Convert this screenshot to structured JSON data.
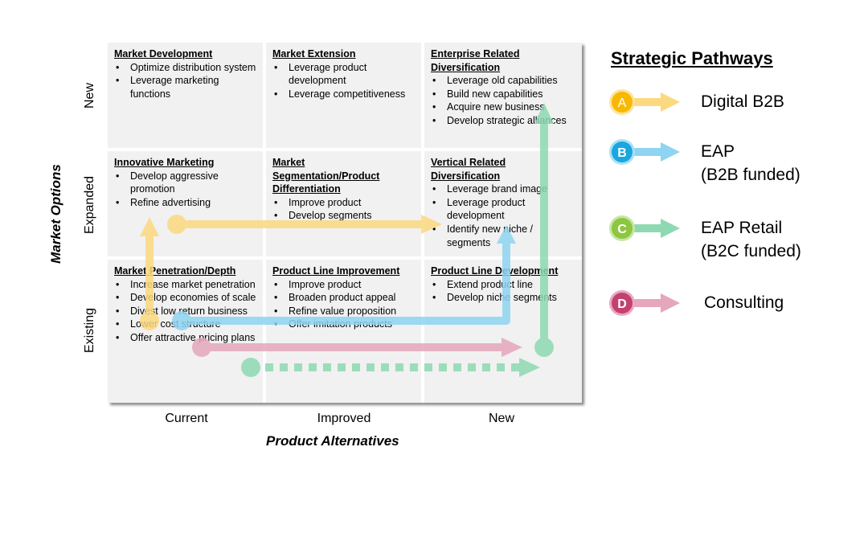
{
  "matrix": {
    "y_axis_title": "Market Options",
    "x_axis_title": "Product Alternatives",
    "rows": [
      "New",
      "Expanded",
      "Existing"
    ],
    "columns": [
      "Current",
      "Improved",
      "New"
    ],
    "cells": {
      "new_current": {
        "title": "Market Development",
        "items": [
          "Optimize distribution system",
          "Leverage marketing functions"
        ]
      },
      "new_improved": {
        "title": "Market Extension",
        "items": [
          "Leverage product development",
          "Leverage competitiveness"
        ]
      },
      "new_new": {
        "title": "Enterprise Related Diversification",
        "items": [
          "Leverage old capabilities",
          "Build new capabilities",
          "Acquire new business",
          "Develop strategic alliances"
        ]
      },
      "expanded_current": {
        "title": "Innovative Marketing",
        "items": [
          "Develop aggressive promotion",
          "Refine advertising"
        ]
      },
      "expanded_improved": {
        "title": "Market Segmentation/Product Differentiation",
        "items": [
          "Improve product",
          "Develop segments"
        ]
      },
      "expanded_new": {
        "title": "Vertical Related Diversification",
        "items": [
          "Leverage brand image",
          "Leverage product development",
          "Identify new niche / segments"
        ]
      },
      "existing_current": {
        "title": "Market Penetration/Depth",
        "items": [
          "Increase market penetration",
          "Develop economies of scale",
          "Divest low return business",
          "Lower cost structure",
          "Offer attractive pricing plans"
        ]
      },
      "existing_improved": {
        "title": "Product Line Improvement",
        "items": [
          "Improve product",
          "Broaden product appeal",
          "Refine value proposition",
          "Offer imitation products"
        ]
      },
      "existing_new": {
        "title": "Product Line Development",
        "items": [
          "Extend product line",
          "Develop niche segments"
        ]
      }
    }
  },
  "legend": {
    "title": "Strategic Pathways",
    "items": [
      {
        "letter": "A",
        "label_lines": [
          "Digital B2B"
        ],
        "circle_color": "#f9b800",
        "arrow_color": "#fcd980"
      },
      {
        "letter": "B",
        "label_lines": [
          "EAP",
          "(B2B funded)"
        ],
        "circle_color": "#1aa6e0",
        "arrow_color": "#8fd4f2"
      },
      {
        "letter": "C",
        "label_lines": [
          "EAP Retail",
          "(B2C funded)"
        ],
        "circle_color": "#8dc63f",
        "arrow_color": "#8fd9b2"
      },
      {
        "letter": "D",
        "label_lines": [
          "Consulting"
        ],
        "circle_color": "#c4416f",
        "arrow_color": "#e6a6bd"
      }
    ]
  },
  "pathways": [
    {
      "id": "A",
      "name": "Digital B2B",
      "color": "#fcd980",
      "style": "solid",
      "path": "Existing/Current → Expanded/Current, then Expanded/Current → Expanded/New"
    },
    {
      "id": "B",
      "name": "EAP (B2B funded)",
      "color": "#8fd4f2",
      "style": "solid",
      "path": "Existing/Current → Existing/New → Expanded/New"
    },
    {
      "id": "C",
      "name": "EAP Retail (B2C funded)",
      "color": "#8fd9b2",
      "style": "dotted",
      "path": "Existing/Current → Existing/New (dotted), then Existing/New → New/New"
    },
    {
      "id": "D",
      "name": "Consulting",
      "color": "#e6a6bd",
      "style": "solid",
      "path": "Existing/Current → Existing/New"
    }
  ]
}
